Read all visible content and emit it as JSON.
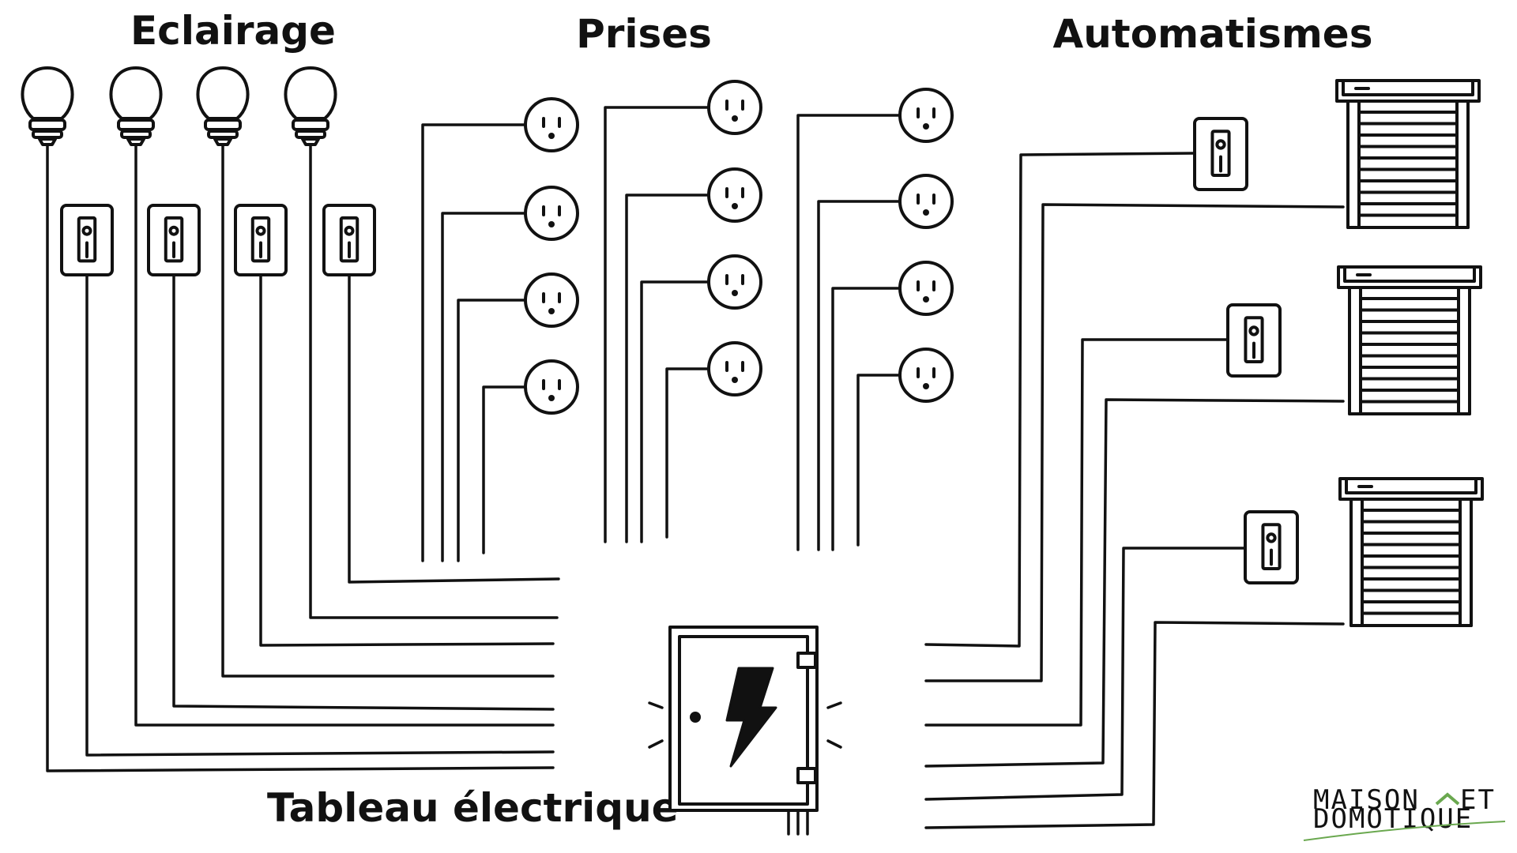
{
  "sections": {
    "lighting": {
      "title": "Eclairage",
      "bulb_count": 4,
      "switch_count": 4
    },
    "outlets": {
      "title": "Prises",
      "group_count": 3,
      "outlets_per_group": 4
    },
    "automation": {
      "title": "Automatismes",
      "shutter_count": 3,
      "switch_count": 3
    }
  },
  "panel": {
    "title": "Tableau électrique"
  },
  "logo": {
    "line1": "MAISON",
    "line1b": "ET",
    "line2": "DOMOTIQUE"
  },
  "icons": {
    "bulb": "light-bulb-icon",
    "switch": "wall-switch-icon",
    "outlet": "power-outlet-icon",
    "shutter": "roller-shutter-icon",
    "panel": "electrical-panel-icon",
    "house": "house-icon"
  },
  "colors": {
    "ink": "#111111",
    "background": "#ffffff",
    "logo_accent": "#6aa84f"
  }
}
